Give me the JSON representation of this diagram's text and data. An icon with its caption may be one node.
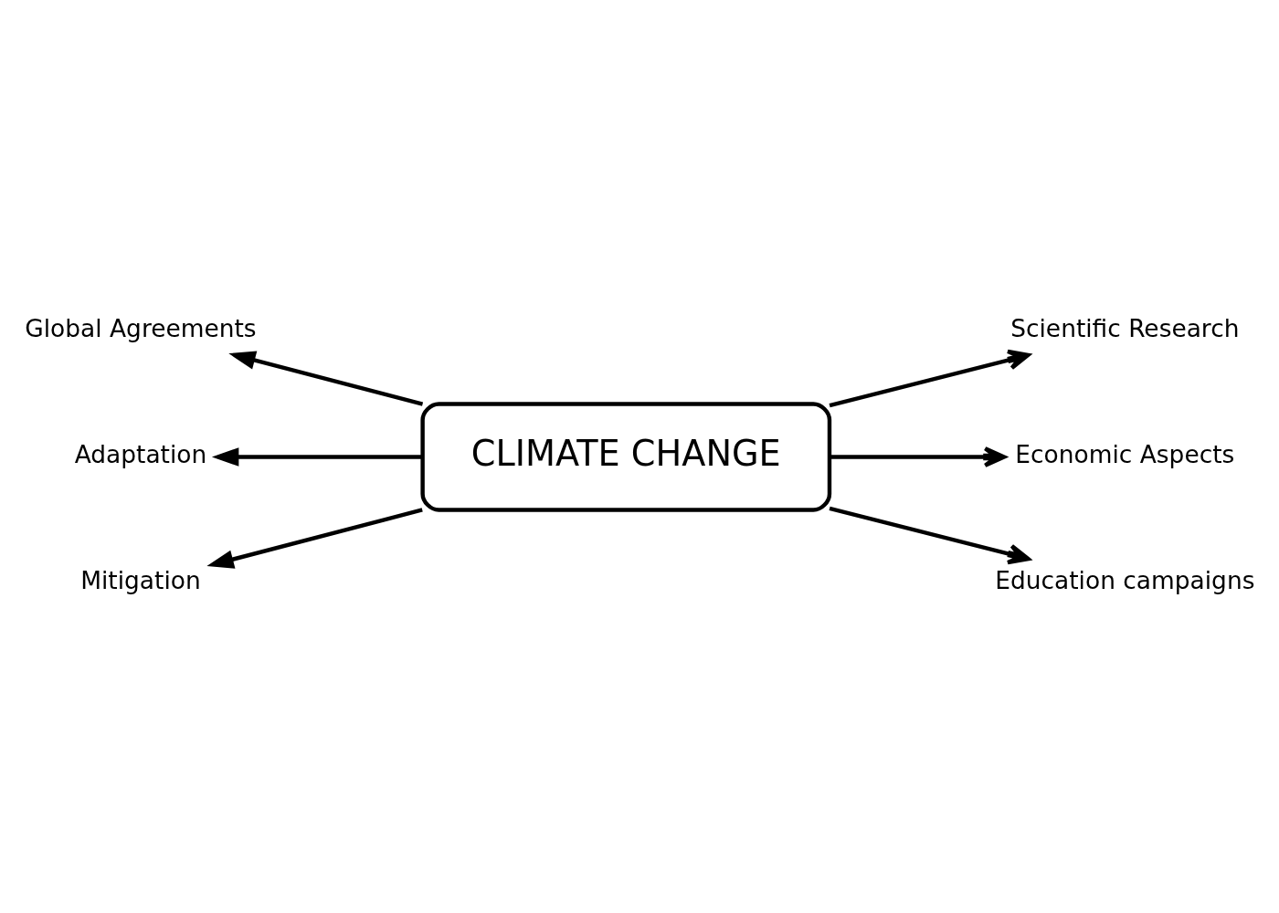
{
  "diagram": {
    "nodes": [
      {
        "text": [
          "CLIMATE CHANGE"
        ]
      },
      {
        "text": [
          "Global Agreements"
        ]
      },
      {
        "text": [
          "Adaptation"
        ]
      },
      {
        "text": [
          "Mitigation"
        ]
      },
      {
        "text": [
          "Scientific Research"
        ]
      },
      {
        "text": [
          "Economic Aspects"
        ]
      },
      {
        "text": [
          "Education campaigns"
        ]
      }
    ],
    "edges": [
      {
        "from": 0,
        "to": 1,
        "arrow": "to"
      },
      {
        "from": 0,
        "to": 2,
        "arrow": "to"
      },
      {
        "from": 0,
        "to": 3,
        "arrow": "to"
      },
      {
        "from": 0,
        "to": 4,
        "arrow": "to"
      },
      {
        "from": 0,
        "to": 5,
        "arrow": "to"
      },
      {
        "from": 0,
        "to": 6,
        "arrow": "to"
      }
    ]
  }
}
